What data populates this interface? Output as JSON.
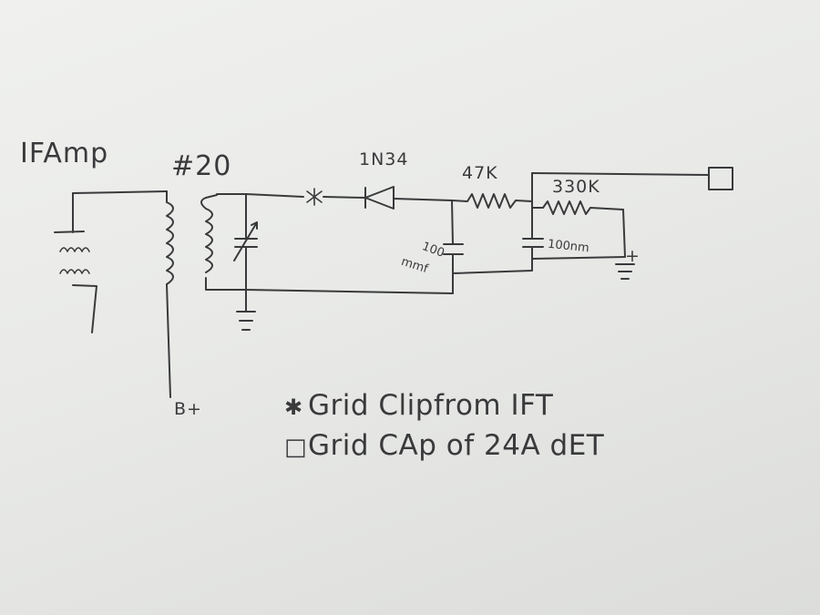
{
  "labels": {
    "if_amp": "IFAmp",
    "tube": "#20",
    "diode": "1N34",
    "r1": "47K",
    "r2": "330K",
    "c1_value": "100",
    "c1_unit": "mmf",
    "c2": "100nm",
    "bplus": "B+",
    "plus_sign": "+"
  },
  "legend": [
    {
      "symbol": "✱",
      "text": "Grid Clipfrom IFT"
    },
    {
      "symbol": "□",
      "text": "Grid CAp of 24A dET"
    }
  ]
}
